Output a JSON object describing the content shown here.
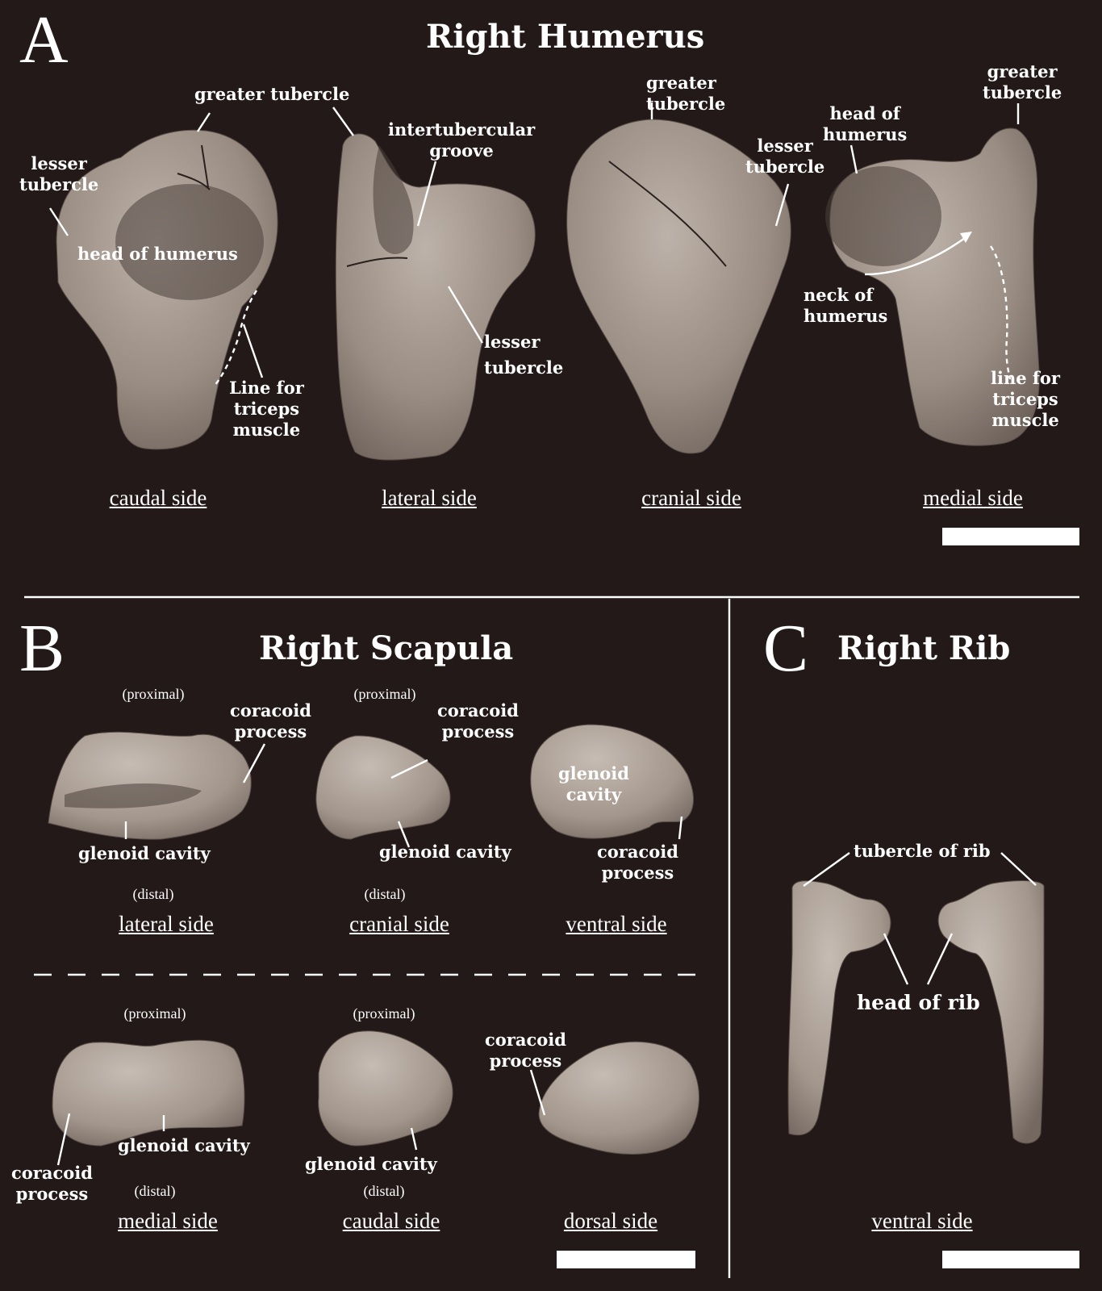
{
  "panelA": {
    "letter": "A",
    "title": "Right Humerus",
    "caudal": {
      "side": "caudal side",
      "greater_tubercle": "greater tubercle",
      "lesser_tubercle": "lesser\ntubercle",
      "head": "head of humerus",
      "triceps": "Line for\ntriceps\nmuscle"
    },
    "lateral": {
      "side": "lateral side",
      "groove": "intertubercular\ngroove",
      "lesser_tubercle": "lesser\ntubercle"
    },
    "cranial": {
      "side": "cranial side",
      "greater_tubercle": "greater\ntubercle",
      "lesser_tubercle": "lesser\ntubercle"
    },
    "medial": {
      "side": "medial side",
      "greater_tubercle": "greater\ntubercle",
      "head": "head of\nhumerus",
      "neck": "neck of\nhumerus",
      "triceps": "line for\ntriceps\nmuscle"
    }
  },
  "panelB": {
    "letter": "B",
    "title": "Right Scapula",
    "proximal": "(proximal)",
    "distal": "(distal)",
    "lateral": {
      "side": "lateral side",
      "coracoid": "coracoid\nprocess",
      "glenoid": "glenoid cavity"
    },
    "cranial": {
      "side": "cranial side",
      "coracoid": "coracoid\nprocess",
      "glenoid": "glenoid cavity"
    },
    "ventral": {
      "side": "ventral side",
      "glenoid": "glenoid\ncavity",
      "coracoid": "coracoid\nprocess"
    },
    "medial": {
      "side": "medial side",
      "coracoid": "coracoid\nprocess",
      "glenoid": "glenoid cavity"
    },
    "caudal": {
      "side": "caudal side",
      "glenoid": "glenoid cavity"
    },
    "dorsal": {
      "side": "dorsal side",
      "coracoid": "coracoid\nprocess"
    }
  },
  "panelC": {
    "letter": "C",
    "title": "Right Rib",
    "tubercle": "tubercle of rib",
    "head": "head of rib",
    "side": "ventral side"
  },
  "colors": {
    "background": "#231918",
    "bone": "#a79a90",
    "label": "#ffffff"
  }
}
